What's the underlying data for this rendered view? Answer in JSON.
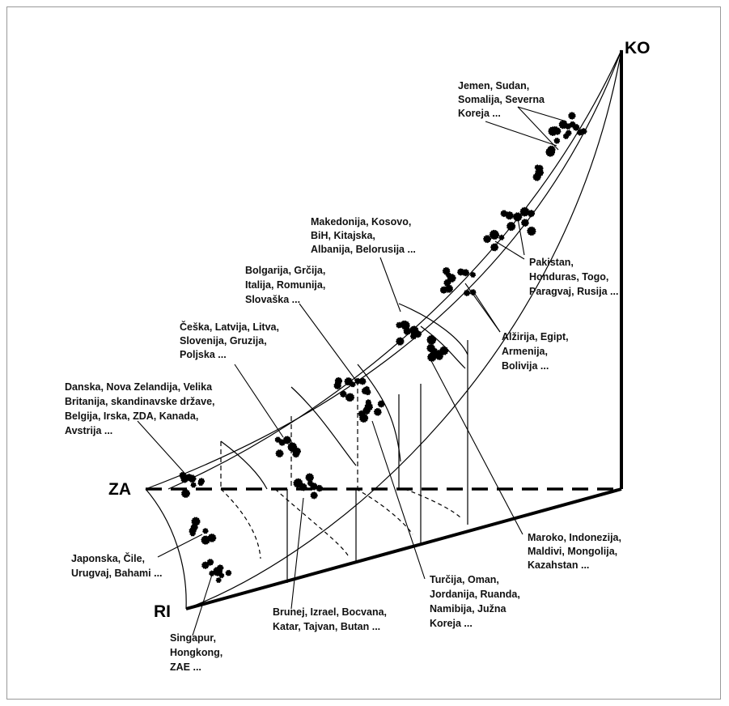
{
  "axes": {
    "ko": "KO",
    "za": "ZA",
    "ri": "RI"
  },
  "colors": {
    "ink": "#000000",
    "frame": "#999999",
    "background": "#ffffff"
  },
  "groups": [
    {
      "id": "jemen",
      "lines": [
        "Jemen, Sudan,",
        "Somalija, Severna",
        "Koreja ..."
      ]
    },
    {
      "id": "pakistan",
      "lines": [
        "Pakistan,",
        "Honduras, Togo,",
        "Paragvaj, Rusija ..."
      ]
    },
    {
      "id": "makedonija",
      "lines": [
        "Makedonija, Kosovo,",
        "BiH, Kitajska,",
        "Albanija, Belorusija ..."
      ]
    },
    {
      "id": "bolgarija",
      "lines": [
        "Bolgarija, Grčija,",
        "Italija,  Romunija,",
        "Slovaška ..."
      ]
    },
    {
      "id": "ceska",
      "lines": [
        "Češka, Latvija, Litva,",
        "Slovenija, Gruzija,",
        "Poljska ..."
      ]
    },
    {
      "id": "danska",
      "lines": [
        "Danska, Nova Zelandija, Velika",
        "Britanija, skandinavske države,",
        "Belgija, Irska, ZDA, Kanada,",
        "Avstrija ..."
      ]
    },
    {
      "id": "alzirija",
      "lines": [
        "Alžirija, Egipt,",
        "Armenija,",
        "Bolivija ..."
      ]
    },
    {
      "id": "japonska",
      "lines": [
        "Japonska, Čile,",
        "Urugvaj, Bahami ..."
      ]
    },
    {
      "id": "maroko",
      "lines": [
        "Maroko, Indonezija,",
        "Maldivi, Mongolija,",
        "Kazahstan ..."
      ]
    },
    {
      "id": "turcija",
      "lines": [
        "Turčija, Oman,",
        "Jordanija, Ruanda,",
        "Namibija, Južna",
        "Koreja ..."
      ]
    },
    {
      "id": "brunej",
      "lines": [
        "Brunej, Izrael, Bocvana,",
        "Katar, Tajvan, Butan ..."
      ]
    },
    {
      "id": "singapur",
      "lines": [
        "Singapur,",
        "Hongkong,",
        "ZAE ..."
      ]
    }
  ]
}
